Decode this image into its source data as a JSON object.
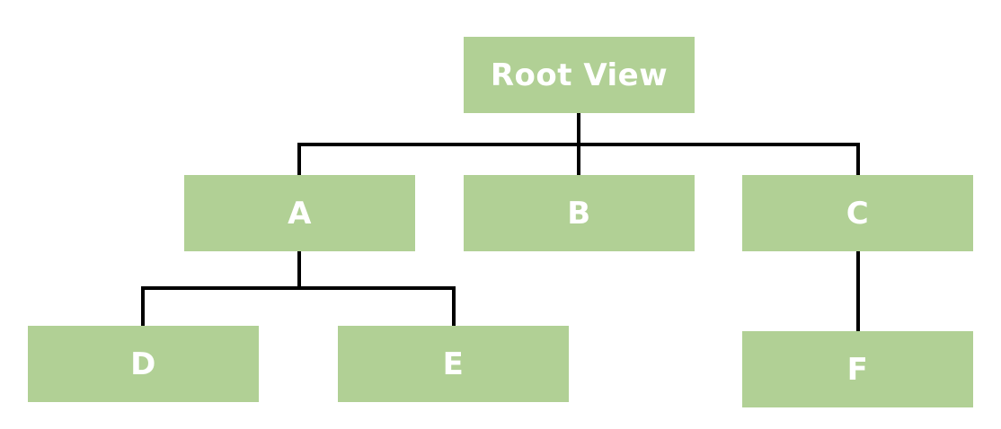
{
  "diagram": {
    "nodes": {
      "root": "Root View",
      "a": "A",
      "b": "B",
      "c": "C",
      "d": "D",
      "e": "E",
      "f": "F"
    },
    "edges": [
      [
        "root",
        "a"
      ],
      [
        "root",
        "b"
      ],
      [
        "root",
        "c"
      ],
      [
        "a",
        "d"
      ],
      [
        "a",
        "e"
      ],
      [
        "c",
        "f"
      ]
    ],
    "colors": {
      "node_fill": "#b1d095",
      "node_text": "#ffffff",
      "connector": "#000000"
    }
  }
}
